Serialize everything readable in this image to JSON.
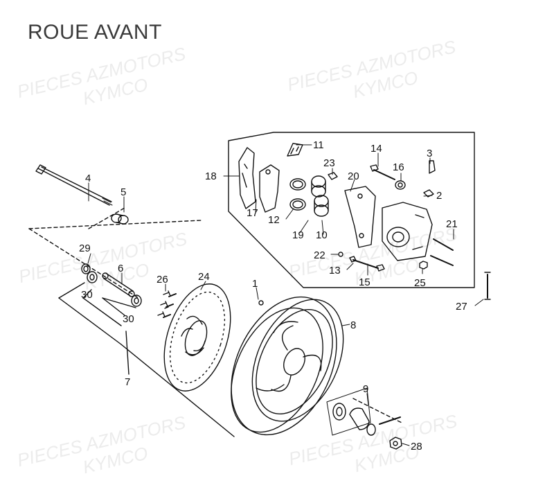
{
  "title": "ROUE AVANT",
  "watermarks": [
    {
      "line1": "PIECES AZMOTORS",
      "line2": "KYMCO"
    }
  ],
  "labels": {
    "n1": "1",
    "n2": "2",
    "n3": "3",
    "n4": "4",
    "n5": "5",
    "n6": "6",
    "n7": "7",
    "n8": "8",
    "n9": "9",
    "n10": "10",
    "n11": "11",
    "n12": "12",
    "n13": "13",
    "n14": "14",
    "n15": "15",
    "n16": "16",
    "n17": "17",
    "n18": "18",
    "n19": "19",
    "n20": "20",
    "n21": "21",
    "n22": "22",
    "n23": "23",
    "n24": "24",
    "n25": "25",
    "n26": "26",
    "n27": "27",
    "n28": "28",
    "n29": "29",
    "n30a": "30",
    "n30b": "30"
  },
  "colors": {
    "line": "#111111",
    "watermark": "#ececec",
    "title": "#3a3a3a"
  }
}
